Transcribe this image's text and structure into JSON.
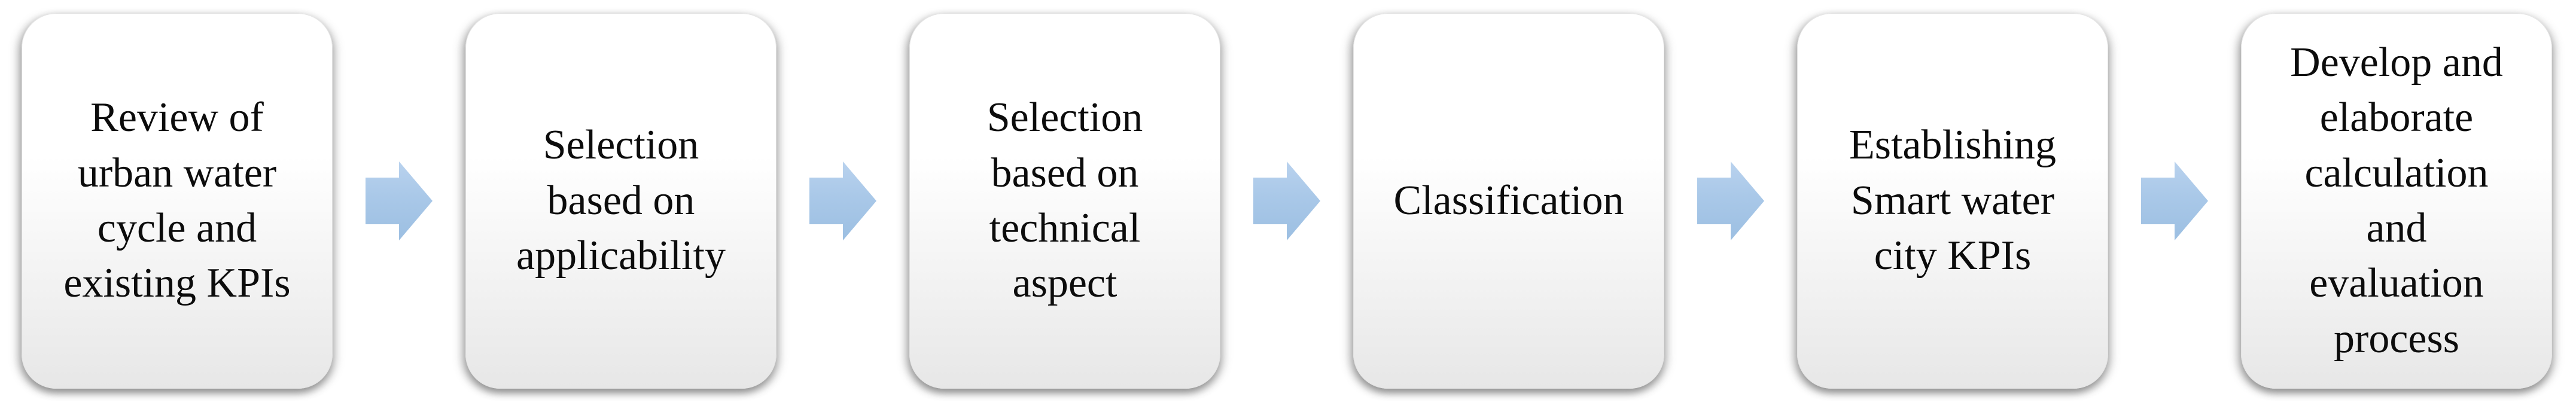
{
  "figure": {
    "type": "process-flowchart",
    "background_color": "#ffffff",
    "box_fill_top": "#ffffff",
    "box_fill_bottom": "#e7e7e7",
    "text_color": "#0c0c0c",
    "arrow_color_top": "#b9d2ee",
    "arrow_color_bottom": "#9cbfe2",
    "arrow_glyph": "right-block-arrow",
    "steps": [
      {
        "label": "Review of\nurban water\ncycle and\nexisting KPIs"
      },
      {
        "label": "Selection\nbased on\napplicability"
      },
      {
        "label": "Selection\nbased on\ntechnical\naspect"
      },
      {
        "label": "Classification"
      },
      {
        "label": "Establishing\nSmart water\ncity KPIs"
      },
      {
        "label": "Develop and\nelaborate\ncalculation\nand\nevaluation\nprocess"
      }
    ]
  }
}
